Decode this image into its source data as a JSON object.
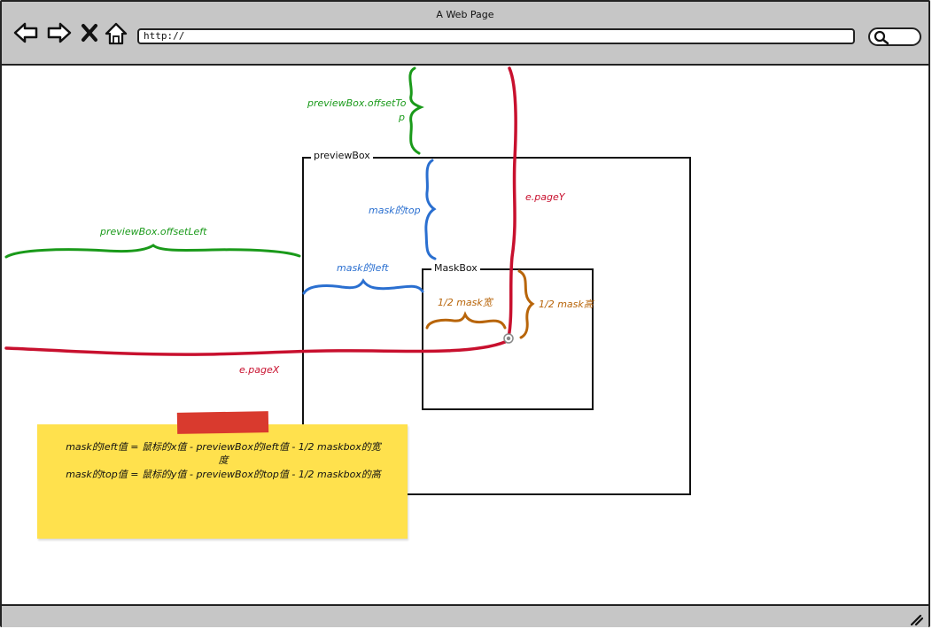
{
  "window": {
    "title": "A Web Page",
    "url": "http://"
  },
  "browser_icons": [
    "back-arrow-icon",
    "forward-arrow-icon",
    "close-icon",
    "home-icon",
    "search-icon",
    "resize-grip-icon"
  ],
  "diagram": {
    "preview_box_label": "previewBox",
    "mask_box_label": "MaskBox",
    "offset_top_label": "previewBox.offsetTo",
    "offset_top_label_wrap": "p",
    "offset_left_label": "previewBox.offsetLeft",
    "mask_top_label": "mask的top",
    "mask_left_label": "mask的left",
    "page_y_label": "e.pageY",
    "page_x_label": "e.pageX",
    "half_width_label": "1/2 mask宽",
    "half_height_label": "1/2 mask高"
  },
  "note": {
    "line1": "mask的left值 = 鼠标的x值 - previewBox的left值 - 1/2 maskbox的宽",
    "line1_wrap": "度",
    "line2": "mask的top值 = 鼠标的y值 - previewBox的top值 - 1/2 maskbox的高"
  },
  "colors": {
    "green": "#1a9a1a",
    "blue": "#2a6fd0",
    "red": "#c8102e",
    "brown": "#b8650a",
    "note": "#ffe14d",
    "tape": "#d93a2e",
    "chrome": "#c6c6c6"
  }
}
